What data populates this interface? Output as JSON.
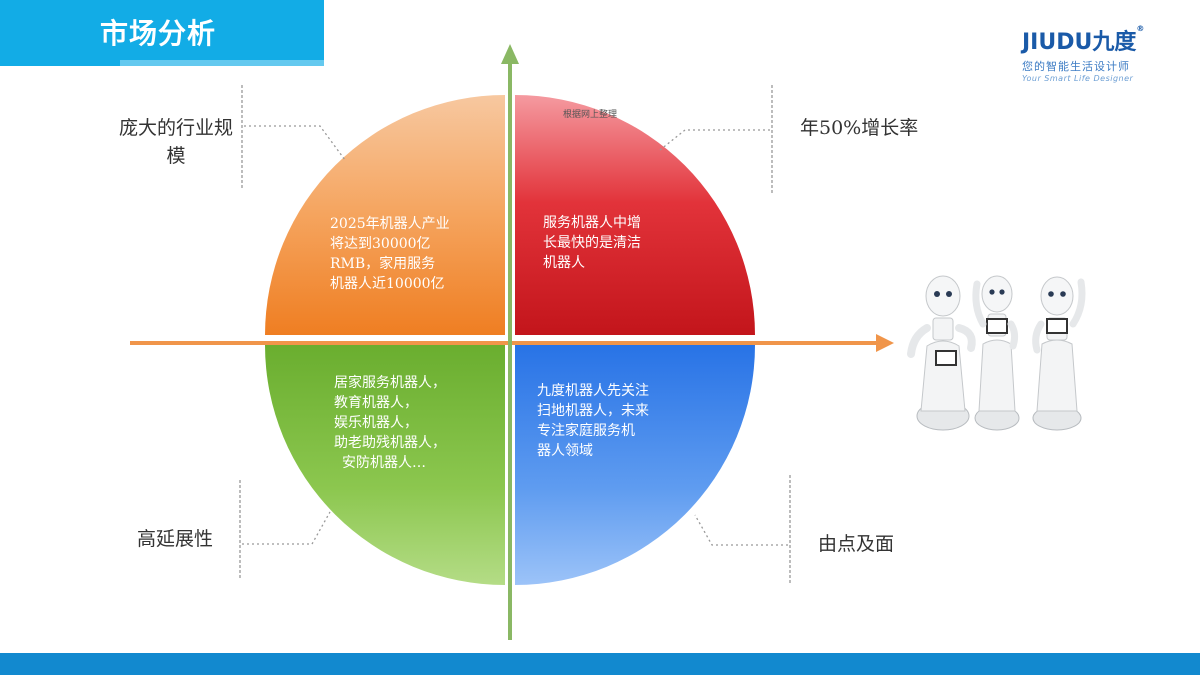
{
  "header": {
    "title": "市场分析"
  },
  "logo": {
    "brand": "JIUDU九度",
    "reg": "®",
    "tagline_cn": "您的智能生活设计师",
    "tagline_en": "Your Smart Life Designer"
  },
  "watermark": "根据网上整理",
  "quadrants": {
    "top_left": {
      "lines": [
        "2025年机器人产业",
        "将达到30000亿",
        "RMB，家用服务",
        "机器人近10000亿"
      ],
      "color": "#f0862a"
    },
    "top_right": {
      "lines": [
        "服务机器人中增",
        "长最快的是清洁",
        "机器人"
      ],
      "color": "#d91920"
    },
    "bottom_left": {
      "lines": [
        "居家服务机器人，",
        "教育机器人，",
        "娱乐机器人，",
        "助老助残机器人，",
        "安防机器人…"
      ],
      "color": "#78ba3a"
    },
    "bottom_right": {
      "lines": [
        "九度机器人先关注",
        "扫地机器人，未来",
        "专注家庭服务机",
        "器人领域"
      ],
      "color": "#2c78e8"
    }
  },
  "side_labels": {
    "top_left": "庞大的行业规模",
    "top_right": "年50%增长率",
    "bottom_left": "高延展性",
    "bottom_right": "由点及面"
  },
  "colors": {
    "title_bar": "#12ace6",
    "bottom_bar": "#1289cf",
    "h_axis": "#f0954a",
    "v_axis": "#8ab864"
  }
}
